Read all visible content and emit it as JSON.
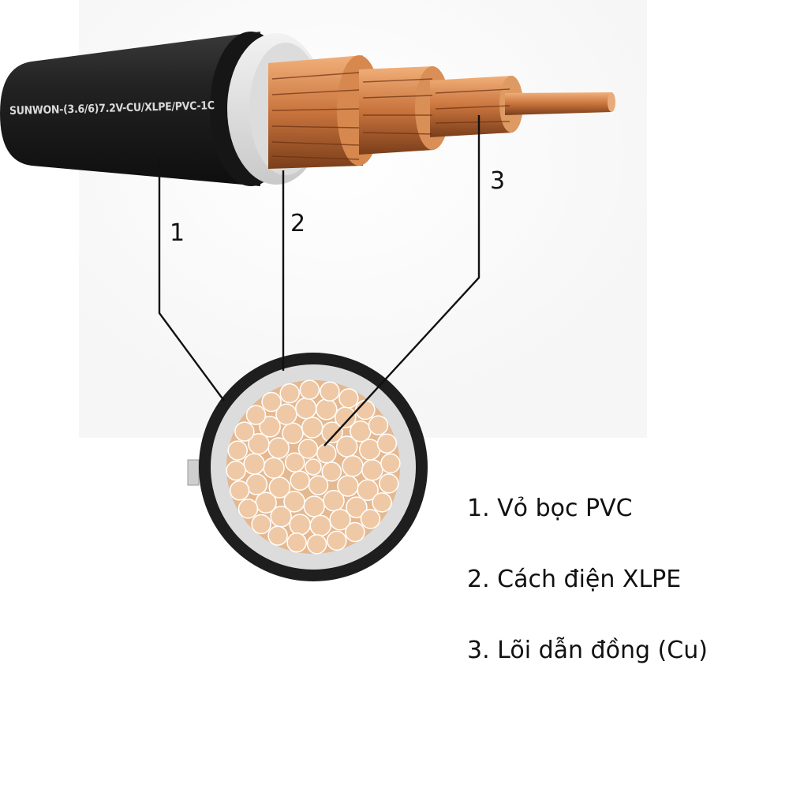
{
  "jacket_marking": "SUNWON-(3.6/6)7.2V-CU/XLPE/PVC-1C",
  "callouts": [
    {
      "number": "1"
    },
    {
      "number": "2"
    },
    {
      "number": "3"
    }
  ],
  "legend": [
    {
      "label": "1. Vỏ bọc PVC"
    },
    {
      "label": "2. Cách điện XLPE"
    },
    {
      "label": "3. Lõi dẫn đồng (Cu)"
    }
  ],
  "colors": {
    "jacket": "#1f1f1f",
    "insulation": "#e3e3e3",
    "copper": "#c87a45",
    "copper_section": "#efc9a5",
    "leader_line": "#111111"
  }
}
